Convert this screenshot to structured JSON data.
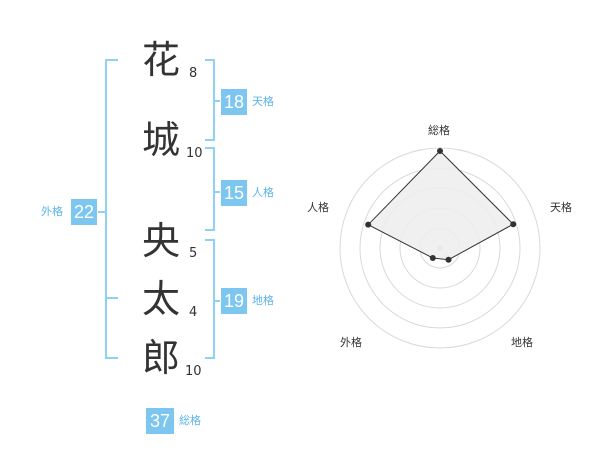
{
  "chart_data": {
    "type": "radar",
    "axes": [
      "総格",
      "天格",
      "地格",
      "外格",
      "人格"
    ],
    "levels": 5,
    "values": [
      37,
      18,
      19,
      22,
      15
    ]
  },
  "name": {
    "surname": [
      {
        "char": "花",
        "strokes": "8"
      },
      {
        "char": "城",
        "strokes": "10"
      }
    ],
    "given": [
      {
        "char": "央",
        "strokes": "5"
      },
      {
        "char": "太",
        "strokes": "4"
      },
      {
        "char": "郎",
        "strokes": "10"
      }
    ]
  },
  "scores": {
    "tenkaku": {
      "label": "天格",
      "value": "18"
    },
    "jinkaku": {
      "label": "人格",
      "value": "15"
    },
    "chikaku": {
      "label": "地格",
      "value": "19"
    },
    "gaikaku": {
      "label": "外格",
      "value": "22"
    },
    "soukaku": {
      "label": "総格",
      "value": "37"
    }
  },
  "colors": {
    "bracket": "#8fd0f5",
    "box": "#7cc6f0",
    "label": "#5bb4ea",
    "radar_fill": "#ededed",
    "radar_line": "#333333",
    "grid": "#d9d9d9"
  }
}
